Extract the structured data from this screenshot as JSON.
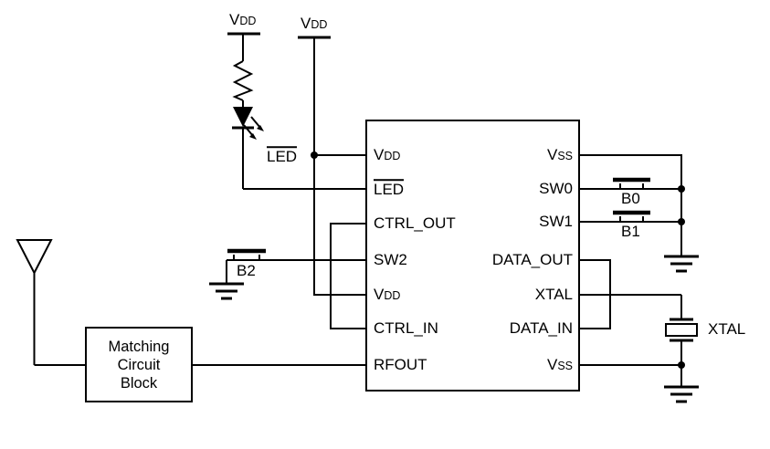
{
  "canvas": {
    "background": "#ffffff",
    "line_color": "#000000"
  },
  "supplies": {
    "vdd_top_left": {
      "base": "V",
      "sub": "DD"
    },
    "vdd_top_right": {
      "base": "V",
      "sub": "DD"
    }
  },
  "net_labels": {
    "led": "LED"
  },
  "buttons": {
    "b0": "B0",
    "b1": "B1",
    "b2": "B2"
  },
  "chip": {
    "left_pins": [
      {
        "base": "V",
        "sub": "DD"
      },
      {
        "label": "LED",
        "overline": true
      },
      {
        "label": "CTRL_OUT"
      },
      {
        "label": "SW2"
      },
      {
        "base": "V",
        "sub": "DD"
      },
      {
        "label": "CTRL_IN"
      },
      {
        "label": "RFOUT"
      }
    ],
    "right_pins": [
      {
        "base": "V",
        "sub": "SS"
      },
      {
        "label": "SW0"
      },
      {
        "label": "SW1"
      },
      {
        "label": "DATA_OUT"
      },
      {
        "label": "XTAL"
      },
      {
        "label": "DATA_IN"
      },
      {
        "base": "V",
        "sub": "SS"
      }
    ]
  },
  "matching_block": {
    "lines": [
      "Matching",
      "Circuit",
      "Block"
    ]
  },
  "crystal": {
    "label": "XTAL"
  },
  "symbols": {
    "antenna": "antenna-symbol",
    "resistor": "resistor-symbol",
    "led": "led-symbol",
    "pushbutton": "pushbutton-symbol",
    "ground": "ground-symbol",
    "crystal": "crystal-symbol",
    "junction": "junction-dot"
  }
}
